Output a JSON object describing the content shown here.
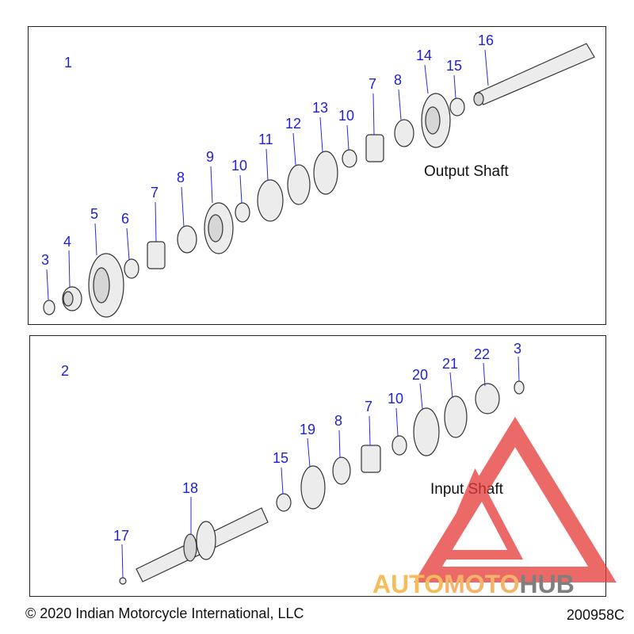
{
  "panels": {
    "output": {
      "index": "1",
      "label": "Output Shaft"
    },
    "input": {
      "index": "2",
      "label": "Input Shaft"
    }
  },
  "callouts_output": [
    "3",
    "4",
    "5",
    "6",
    "7",
    "8",
    "9",
    "10",
    "11",
    "12",
    "13",
    "10",
    "7",
    "8",
    "14",
    "15",
    "16"
  ],
  "callouts_input": [
    "3",
    "22",
    "21",
    "20",
    "10",
    "7",
    "8",
    "19",
    "15",
    "18",
    "17"
  ],
  "footer": {
    "copyright": "© 2020 Indian Motorcycle International, LLC",
    "doc_number": "200958C"
  },
  "watermark": {
    "part1": "AUTO",
    "part2": "MOTO",
    "part3": "HUB"
  },
  "colors": {
    "callout": "#1f1fd6",
    "watermark_red": "#e53935",
    "watermark_orange": "#f5a623",
    "watermark_gray": "#555555"
  }
}
